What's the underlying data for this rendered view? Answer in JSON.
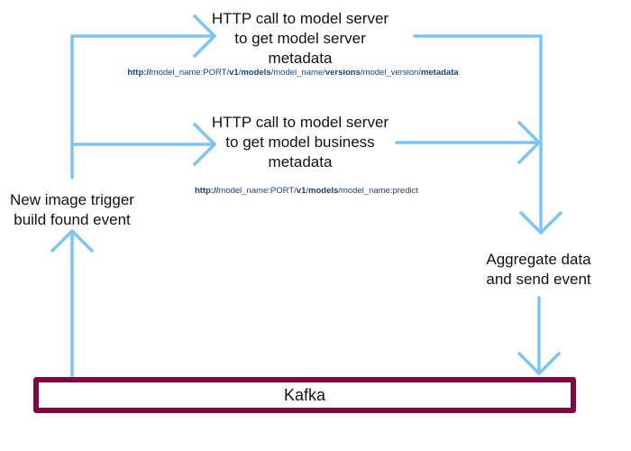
{
  "diagram": {
    "arrow_color": "#7cc4f4",
    "box_color": "#7a0a3f",
    "nodes": {
      "top_call": [
        "HTTP call to model server",
        "to get model server",
        "metadata"
      ],
      "mid_call": [
        "HTTP call to model server",
        "to get model business",
        "metadata"
      ],
      "trigger": [
        "New image trigger",
        "build found event"
      ],
      "aggregate": [
        "Aggregate data",
        "and send event"
      ],
      "kafka": "Kafka"
    },
    "urls": {
      "metadata": [
        {
          "text": "http://",
          "bold": true
        },
        {
          "text": "model_name",
          "bold": false
        },
        {
          "text": ":PORT/",
          "bold": false
        },
        {
          "text": "v1",
          "bold": true
        },
        {
          "text": "/",
          "bold": false
        },
        {
          "text": "models",
          "bold": true
        },
        {
          "text": "/model_name/",
          "bold": false
        },
        {
          "text": "versions",
          "bold": true
        },
        {
          "text": "/model_version/",
          "bold": false
        },
        {
          "text": "metadata",
          "bold": true
        }
      ],
      "predict": [
        {
          "text": "http://",
          "bold": true
        },
        {
          "text": "model_name",
          "bold": false
        },
        {
          "text": ":PORT/",
          "bold": false
        },
        {
          "text": "v1",
          "bold": true
        },
        {
          "text": "/",
          "bold": false
        },
        {
          "text": "models",
          "bold": true
        },
        {
          "text": "/model_name:predict",
          "bold": false
        }
      ]
    }
  }
}
